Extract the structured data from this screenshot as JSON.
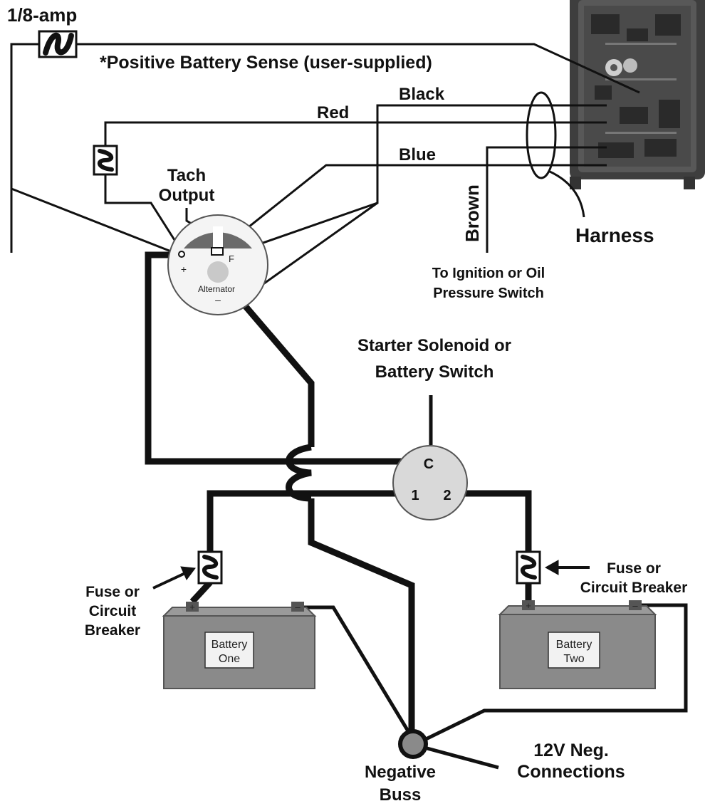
{
  "labels": {
    "fuse_amp": "1/8-amp",
    "sense": "*Positive Battery Sense (user-supplied)",
    "black": "Black",
    "red": "Red",
    "blue": "Blue",
    "brown": "Brown",
    "harness": "Harness",
    "tach_line1": "Tach",
    "tach_line2": "Output",
    "ign_line1": "To Ignition or Oil",
    "ign_line2": "Pressure Switch",
    "starter_line1": "Starter Solenoid or",
    "starter_line2": "Battery Switch",
    "fuse_left_line1": "Fuse or",
    "fuse_left_line2": "Circuit",
    "fuse_left_line3": "Breaker",
    "fuse_right_line1": "Fuse or",
    "fuse_right_line2": "Circuit Breaker",
    "neg_buss_line1": "Negative",
    "neg_buss_line2": "Buss",
    "neg_conn_line1": "12V Neg.",
    "neg_conn_line2": "Connections"
  },
  "alternator": {
    "name": "Alternator",
    "plus": "+",
    "minus": "–",
    "field": "F"
  },
  "solenoid": {
    "common": "C",
    "term1": "1",
    "term2": "2"
  },
  "batteries": [
    {
      "line1": "Battery",
      "line2": "One",
      "plus": "+",
      "minus": "–"
    },
    {
      "line1": "Battery",
      "line2": "Two",
      "plus": "+",
      "minus": "–"
    }
  ],
  "colors": {
    "wire": "#111111",
    "battery_body": "#8a8a8a",
    "battery_top": "#6f6f6f",
    "solenoid_fill": "#d9d9d9",
    "alternator_fill": "#f4f4f4",
    "regulator_body": "#4a4a4a"
  }
}
